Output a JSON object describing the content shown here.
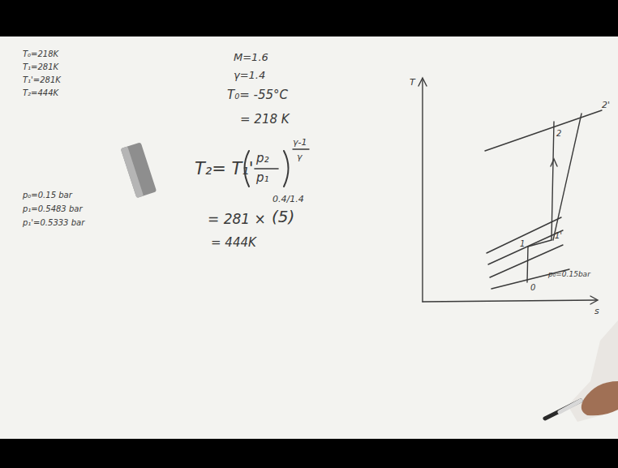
{
  "diagram": {
    "labels": [
      "T₀=218K",
      "T₁=281K",
      "T₁'=281K",
      "T₂=444K",
      "p₀=0.15 bar",
      "p₁=0.5483 bar",
      "p₁'=0.5333 bar",
      "M=1.6",
      "γ=1.4",
      "T₀= -55°C",
      "= 218 K",
      "T₂= T₁'",
      "p₂",
      "p₁",
      "γ-1",
      "γ",
      "= 281 ×",
      "(5)",
      "0.4/1.4",
      "= 444K",
      "T",
      "s",
      "2'",
      "2",
      "1",
      "1'",
      "0",
      "p₀=0.15bar"
    ]
  }
}
